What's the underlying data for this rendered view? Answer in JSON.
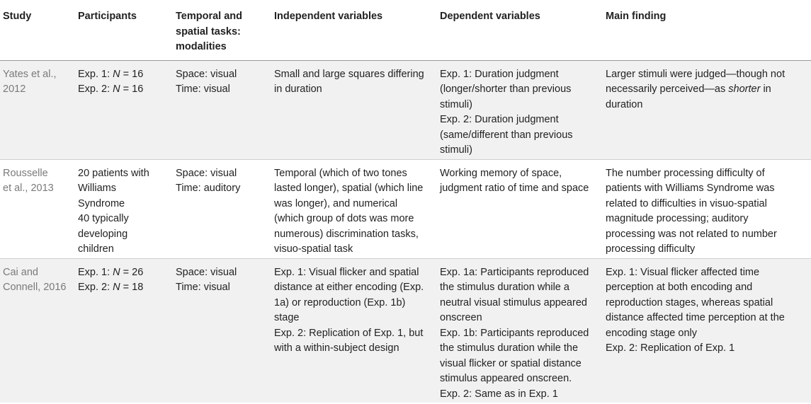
{
  "headers": {
    "study": "Study",
    "participants": "Participants",
    "modalities": [
      "Temporal and",
      "spatial tasks:",
      "modalities"
    ],
    "independent": "Independent variables",
    "dependent": "Dependent variables",
    "finding": "Main finding"
  },
  "rows": [
    {
      "study": [
        "Yates et al.,",
        "2012"
      ],
      "participants": [
        [
          "Exp. 1: ",
          "N",
          " = 16"
        ],
        [
          "Exp. 2: ",
          "N",
          " = 16"
        ]
      ],
      "modalities": [
        "Space: visual",
        "Time: visual"
      ],
      "independent": [
        "Small and large squares differing",
        "in duration"
      ],
      "dependent": [
        "Exp. 1: Duration judgment",
        "(longer/shorter than previous",
        "stimuli)",
        "Exp. 2: Duration judgment",
        "(same/different than previous",
        "stimuli)"
      ],
      "finding": [
        "Larger stimuli were judged—though not",
        "necessarily perceived—as ",
        "shorter",
        " in",
        "duration"
      ]
    },
    {
      "study": [
        "Rousselle",
        "et al., 2013"
      ],
      "participants": [
        "20 patients with",
        "Williams",
        "Syndrome",
        "40 typically",
        "developing",
        "children"
      ],
      "modalities": [
        "Space: visual",
        "Time: auditory"
      ],
      "independent": [
        "Temporal (which of two tones",
        "lasted longer), spatial (which line",
        "was longer), and numerical",
        "(which group of dots was more",
        "numerous) discrimination tasks,",
        "visuo-spatial task"
      ],
      "dependent": [
        "Working memory of space,",
        "judgment ratio of time and space"
      ],
      "finding": [
        "The number processing difficulty of",
        "patients with Williams Syndrome was",
        "related to difficulties in visuo-spatial",
        "magnitude processing; auditory",
        "processing was not related to number",
        "processing difficulty"
      ]
    },
    {
      "study": [
        "Cai and",
        "Connell, 2016"
      ],
      "participants": [
        [
          "Exp. 1: ",
          "N",
          " = 26"
        ],
        [
          "Exp. 2: ",
          "N",
          " = 18"
        ]
      ],
      "modalities": [
        "Space: visual",
        "Time: visual"
      ],
      "independent": [
        "Exp. 1: Visual flicker and spatial",
        "distance at either encoding (Exp.",
        "1a) or reproduction (Exp. 1b)",
        "stage",
        "Exp. 2: Replication of Exp. 1, but",
        "with a within-subject design"
      ],
      "dependent": [
        "Exp. 1a: Participants reproduced",
        "the stimulus duration while a",
        "neutral visual stimulus appeared",
        "onscreen",
        "Exp. 1b: Participants reproduced",
        "the stimulus duration while the",
        "visual flicker or spatial distance",
        "stimulus appeared onscreen.",
        "Exp. 2: Same as in Exp. 1"
      ],
      "finding": [
        "Exp. 1: Visual flicker affected time",
        "perception at both encoding and",
        "reproduction stages, whereas spatial",
        "distance affected time perception at the",
        "encoding stage only",
        "Exp. 2: Replication of Exp. 1"
      ]
    }
  ]
}
